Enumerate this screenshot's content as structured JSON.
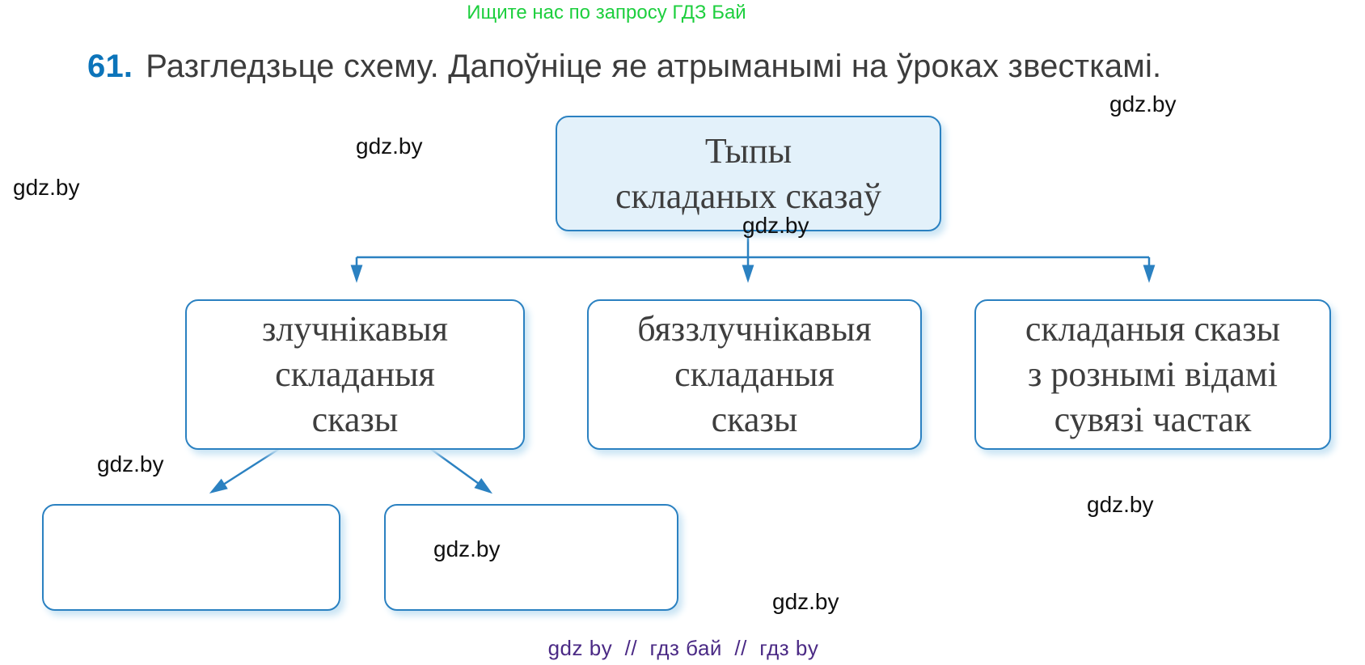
{
  "banner": {
    "text": "Ищите нас по запросу ГДЗ Бай",
    "color": "#1dcf3e"
  },
  "exercise": {
    "number": "61.",
    "number_color": "#0c74ba",
    "instruction": "Разгледзьце схему. Дапоўніце яе атрыманымі на ўроках звесткамі."
  },
  "diagram": {
    "root": {
      "lines": [
        "Тыпы",
        "складаных сказаў"
      ]
    },
    "children": [
      {
        "lines": [
          "злучнікавыя",
          "складаныя",
          "сказы"
        ]
      },
      {
        "lines": [
          "бяззлучнікавыя",
          "складаныя",
          "сказы"
        ]
      },
      {
        "lines": [
          "складаныя сказы",
          "з рознымі відамі",
          "сувязі частак"
        ]
      }
    ],
    "empty_box_count": 2,
    "accent_color": "#2b81c1",
    "root_fill": "#e3f1fa"
  },
  "watermark": {
    "label": "gdz.by"
  },
  "footer": {
    "text": "gdz by  //  гдз бай  //  гдз by",
    "color": "#4b2a85"
  }
}
